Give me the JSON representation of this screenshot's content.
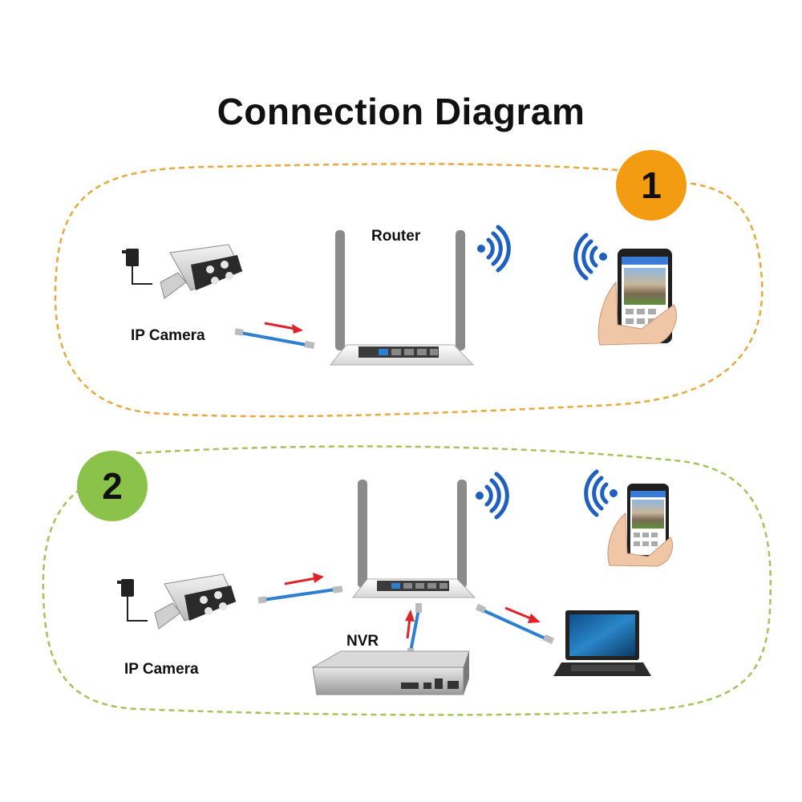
{
  "title": "Connection Diagram",
  "colors": {
    "scenario_1_accent": "#f39c12",
    "scenario_1_border": "#e8a93a",
    "scenario_2_accent": "#8bc34a",
    "scenario_2_border": "#a3c45a",
    "arrow": "#e0232a",
    "cable": "#2f7fd0",
    "wifi": "#1f5fbf"
  },
  "scenarios": [
    {
      "number": "1",
      "labels": {
        "camera": "IP Camera",
        "router": "Router"
      },
      "devices": [
        "power-adapter-icon",
        "ip-camera-icon",
        "ethernet-cable-icon",
        "router-icon",
        "wifi-signal-icon",
        "smartphone-icon"
      ]
    },
    {
      "number": "2",
      "labels": {
        "camera": "IP Camera",
        "nvr": "NVR"
      },
      "devices": [
        "power-adapter-icon",
        "ip-camera-icon",
        "ethernet-cable-icon",
        "router-icon",
        "wifi-signal-icon",
        "smartphone-icon",
        "nvr-icon",
        "laptop-icon"
      ]
    }
  ]
}
